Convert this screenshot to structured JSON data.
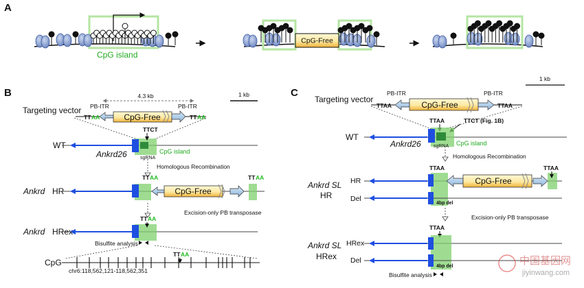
{
  "panels": {
    "a": "A",
    "b": "B",
    "c": "C"
  },
  "colors": {
    "green_box": "#b5e5a3",
    "green_fill": "#7fd06e",
    "dark_green": "#2e8b3a",
    "blue": "#1f4fe0",
    "orange": "#f2b53b",
    "light_yellow": "#fff6c9",
    "arrow_blue": "#9fc3e5"
  },
  "a": {
    "cpg_island_label": "CpG island",
    "cpg_free_label": "CpG-Free"
  },
  "b": {
    "distance_label": "4.3 kb",
    "scale_label": "1 kb",
    "pb_itr_left": "PB-ITR",
    "pb_itr_right": "PB-ITR",
    "targeting_vector": "Targeting vector",
    "tt": "TT",
    "aa": "AA",
    "cpg_free": "CpG-Free",
    "ttct": "TTCT",
    "wt": "WT",
    "gene": "Ankrd26",
    "sgrna": "sgRNA",
    "cpg_island": "CpG island",
    "homologous": "Homologous Recombination",
    "ankrd": "Ankrd",
    "hr": "HR",
    "excision": "Excision-only PB transposase",
    "hrex": "HRex",
    "bisulfite": "Bisulfite analysis",
    "cpg_track": "CpG",
    "coords": "chr6:118,562,121-118,562,351"
  },
  "c": {
    "scale_label": "1 kb",
    "pb_itr_left": "PB-ITR",
    "pb_itr_right": "PB-ITR",
    "targeting_vector": "Targeting vector",
    "ttaa": "TTAA",
    "cpg_free": "CpG-Free",
    "ttct_fig": "TTCT (Fig. 1B)",
    "wt": "WT",
    "gene": "Ankrd26",
    "sgrna": "sgRNA",
    "cpg_island": "CpG island",
    "homologous": "Homologous Recombination",
    "ankrd_sl": "Ankrd SL",
    "hr": "HR",
    "del": "Del",
    "del_4bp": "4bp del",
    "excision": "Excision-only PB transposase",
    "hrex": "HRex",
    "bisulfite": "Bisulfite analysis"
  },
  "watermark": {
    "cn_text": "中国基因网",
    "url": "jiyinwang.com"
  }
}
